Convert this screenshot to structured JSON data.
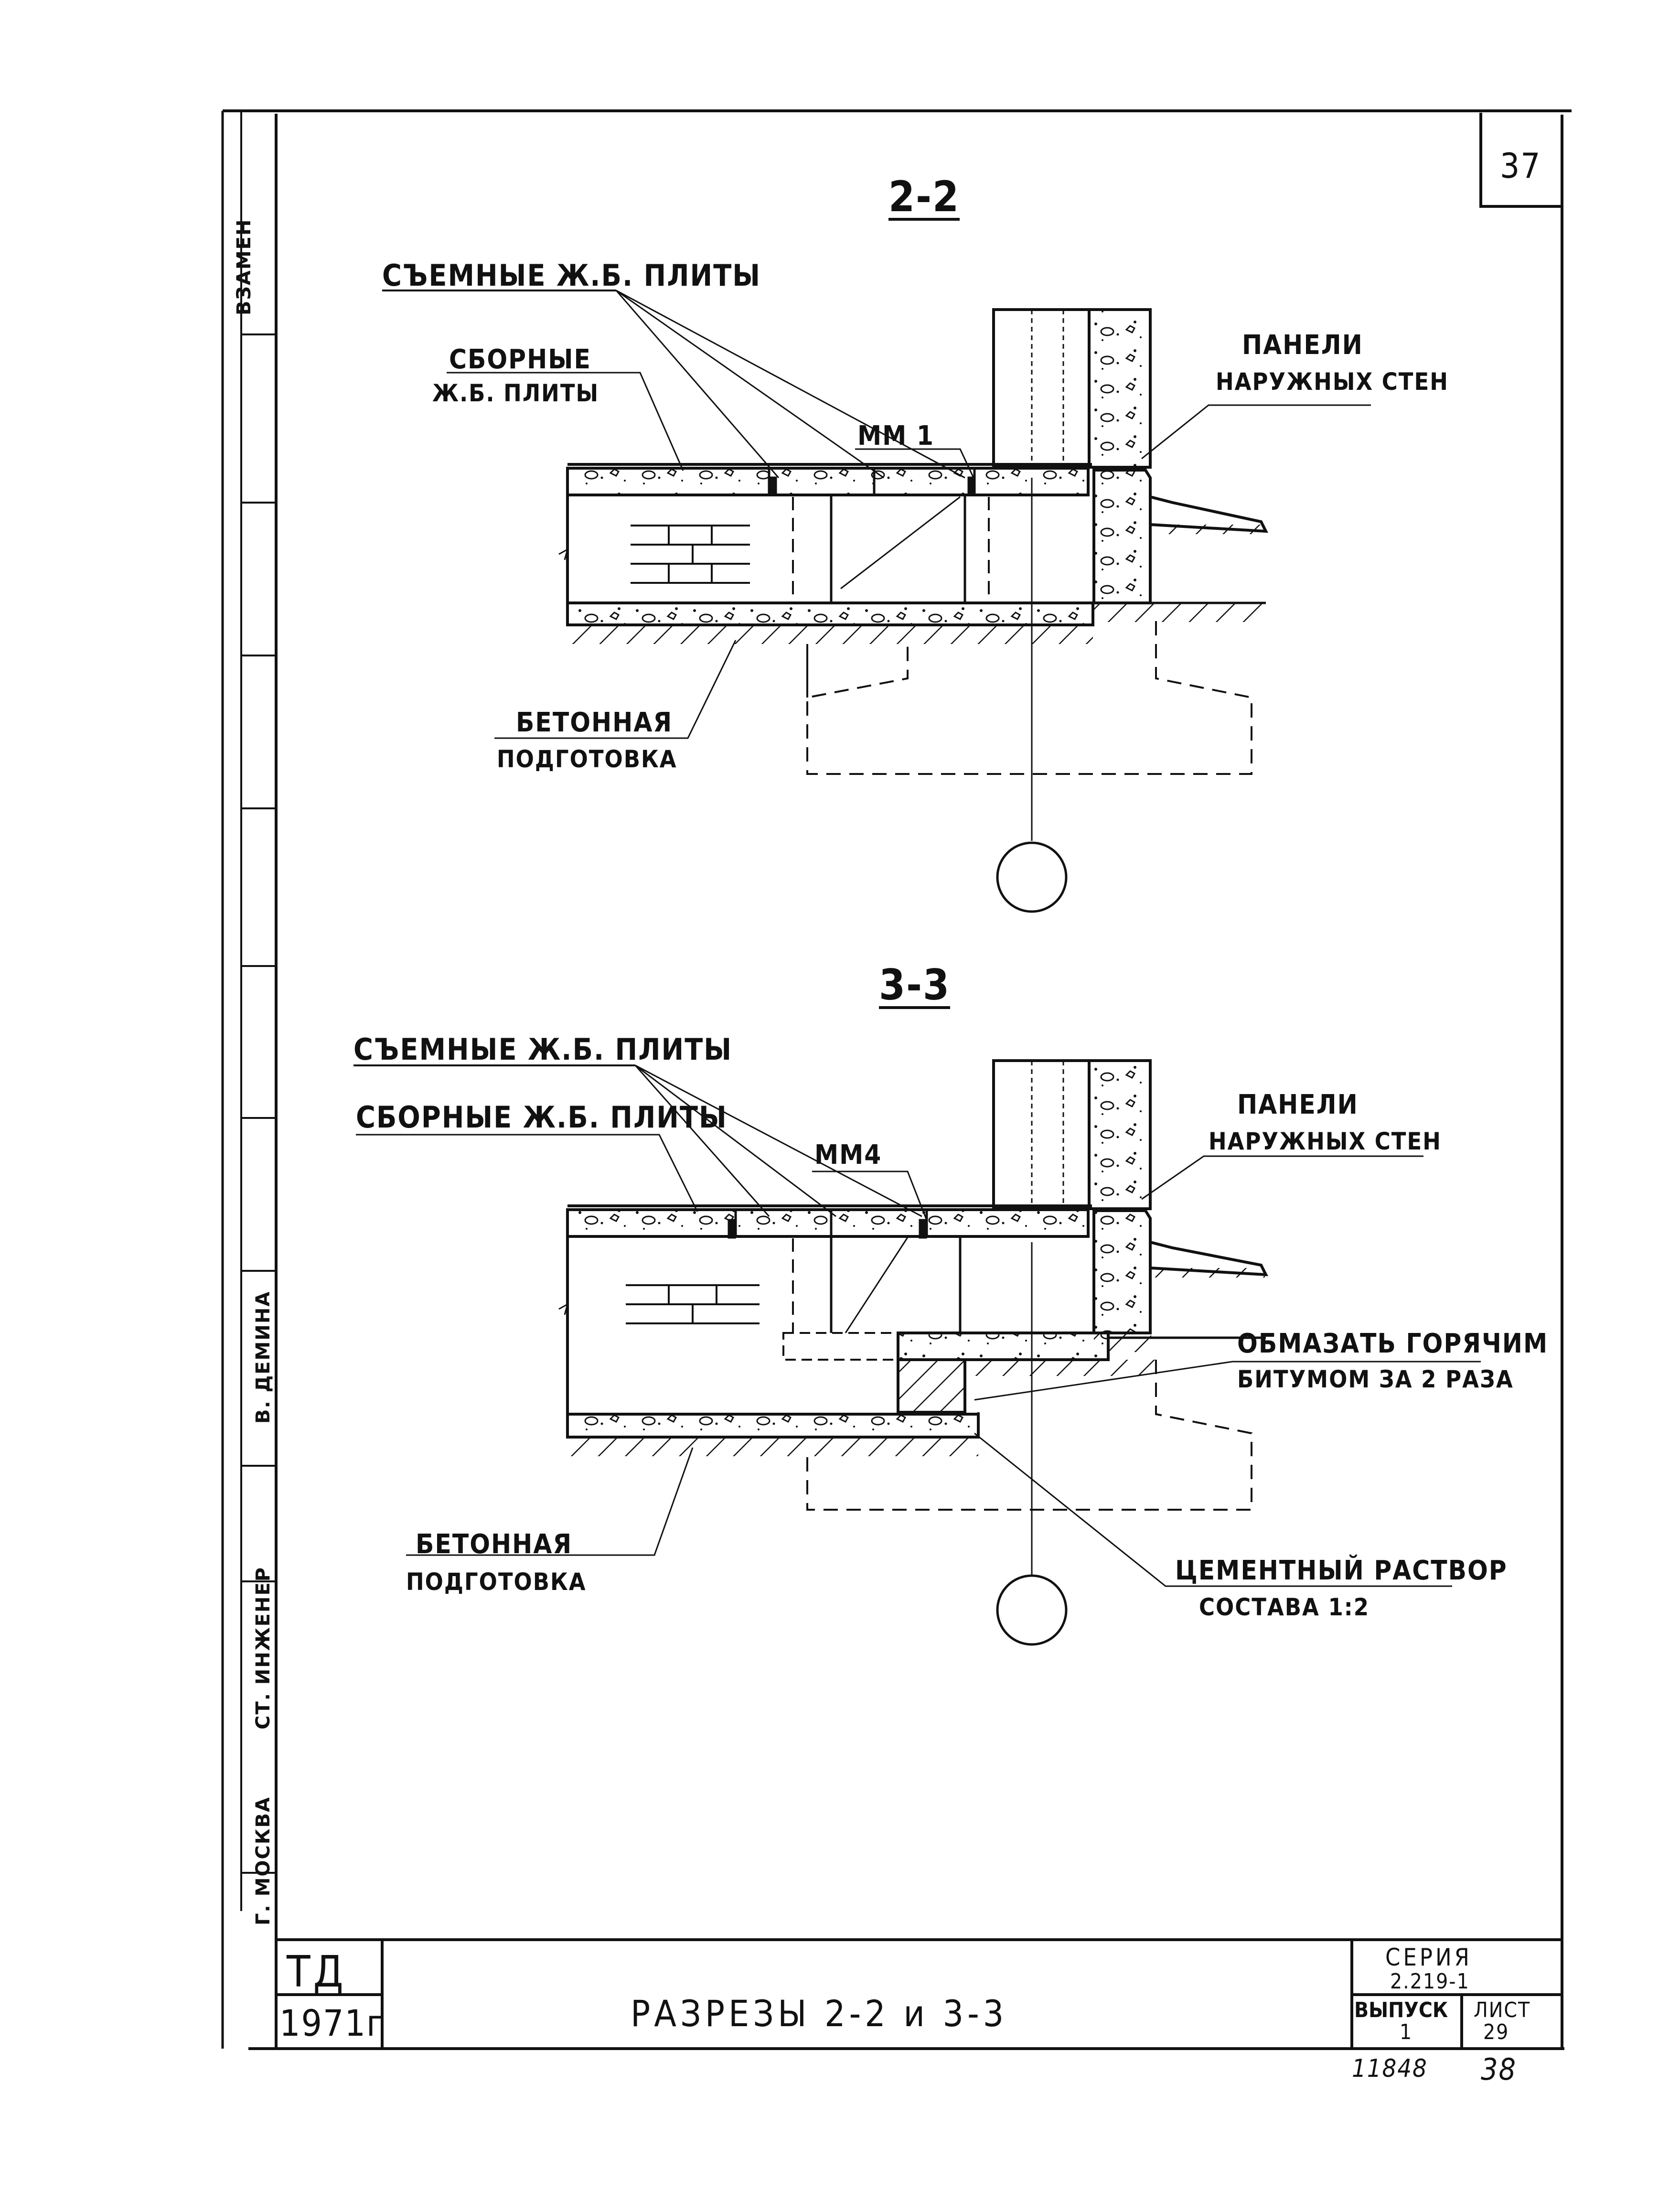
{
  "sheet_number": "37",
  "side_stamps": {
    "vzamen": "ВЗАМЕН",
    "engineer_name": "В. ДЕМИНА",
    "senior_engineer": "СТ. ИНЖЕНЕР",
    "city": "Г. МОСКВА"
  },
  "section_2_2": {
    "title": "2-2",
    "removable_slabs": "СЪЕМНЫЕ Ж.Б. ПЛИТЫ",
    "precast_slabs_line1": "СБОРНЫЕ",
    "precast_slabs_line2": "Ж.Б. ПЛИТЫ",
    "embedded_part": "ММ 1",
    "wall_panels_line1": "ПАНЕЛИ",
    "wall_panels_line2": "НАРУЖНЫХ СТЕН",
    "concrete_base_line1": "БЕТОННАЯ",
    "concrete_base_line2": "ПОДГОТОВКА"
  },
  "section_3_3": {
    "title": "3-3",
    "removable_slabs": "СЪЕМНЫЕ Ж.Б. ПЛИТЫ",
    "precast_slabs": "СБОРНЫЕ Ж.Б. ПЛИТЫ",
    "embedded_part": "ММ4",
    "wall_panels_line1": "ПАНЕЛИ",
    "wall_panels_line2": "НАРУЖНЫХ СТЕН",
    "bitumen_line1": "ОБМАЗАТЬ ГОРЯЧИМ",
    "bitumen_line2": "БИТУМОМ ЗА 2 РАЗА",
    "concrete_base_line1": "БЕТОННАЯ",
    "concrete_base_line2": "ПОДГОТОВКА",
    "mortar_line1": "ЦЕМЕНТНЫЙ РАСТВОР",
    "mortar_line2": "СОСТАВА 1:2"
  },
  "title_block": {
    "org": "ТД",
    "year": "1971г",
    "title": "РАЗРЕЗЫ 2-2 и 3-3",
    "series_label": "СЕРИЯ",
    "series_value": "2.219-1",
    "issue_label": "ВЫПУСК",
    "issue_value": "1",
    "sheet_label": "ЛИСТ",
    "sheet_value": "29",
    "inv_number": "11848",
    "page_number": "38"
  }
}
